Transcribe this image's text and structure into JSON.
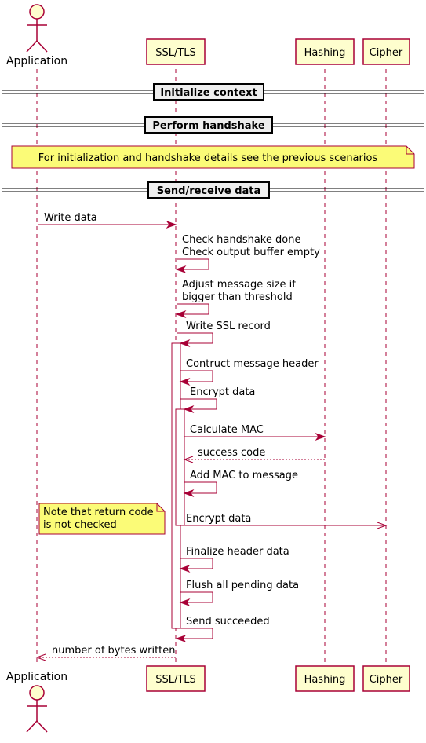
{
  "participants": {
    "application": "Application",
    "ssl": "SSL/TLS",
    "hashing": "Hashing",
    "cipher": "Cipher"
  },
  "dividers": {
    "init": "Initialize context",
    "handshake": "Perform handshake",
    "send": "Send/receive data"
  },
  "notes": {
    "details": "For initialization and handshake details see the previous scenarios",
    "return_line1": "Note that return code",
    "return_line2": "is not checked"
  },
  "messages": {
    "write_data": "Write data",
    "check_line1": "Check handshake done",
    "check_line2": "Check output buffer empty",
    "adjust_line1": "Adjust message size if",
    "adjust_line2": "bigger than threshold",
    "write_record": "Write SSL record",
    "construct_header": "Contruct message header",
    "encrypt_data": "Encrypt data",
    "calc_mac": "Calculate MAC",
    "success_code": "success code",
    "add_mac": "Add MAC to message",
    "encrypt_data_cipher": "Encrypt data",
    "finalize_header": "Finalize header data",
    "flush": "Flush all pending data",
    "send_succeeded": "Send succeeded",
    "bytes_written": "number of bytes written"
  },
  "colors": {
    "line": "#A80036",
    "participant_fill": "#FEFECE",
    "note_fill": "#FBFB77",
    "divider_fill": "#EEEEEE"
  }
}
